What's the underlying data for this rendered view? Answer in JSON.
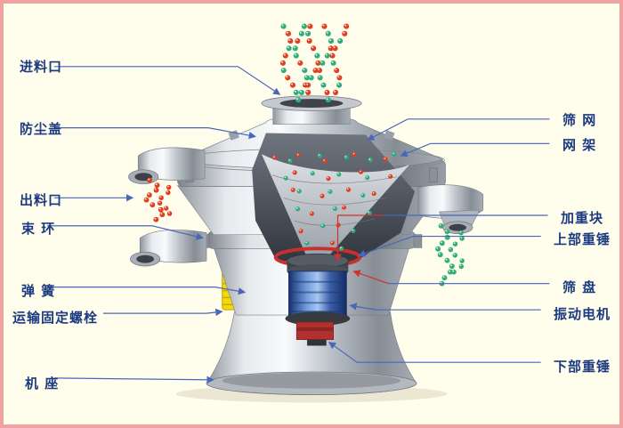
{
  "figure": {
    "description": "vibrating-sieve-machine-cutaway-diagram"
  },
  "colors": {
    "background": "#fffdec",
    "border": "#f0a2a2",
    "label_text": "#1c3a80",
    "leader_blue": "#4a66b8",
    "leader_red": "#d03030",
    "particle_red": "#e04020",
    "particle_green": "#2fae7a",
    "motor_blue": "#3a62b0",
    "spring_yellow": "#f3d90a"
  },
  "labels": {
    "left": [
      {
        "id": "feed-inlet",
        "text": "进料口"
      },
      {
        "id": "dust-cover",
        "text": "防尘盖"
      },
      {
        "id": "discharge-outlet",
        "text": "出料口"
      },
      {
        "id": "clamp-ring",
        "text": "束 环"
      },
      {
        "id": "spring",
        "text": "弹 簧"
      },
      {
        "id": "transport-fixing-bolt",
        "text": "运输固定螺栓"
      },
      {
        "id": "machine-base",
        "text": "机 座"
      }
    ],
    "right": [
      {
        "id": "screen-mesh",
        "text": "筛 网"
      },
      {
        "id": "mesh-frame",
        "text": "网 架"
      },
      {
        "id": "weight-block",
        "text": "加重块"
      },
      {
        "id": "upper-weight",
        "text": "上部重锤"
      },
      {
        "id": "sieve-tray",
        "text": "筛 盘"
      },
      {
        "id": "vibration-motor",
        "text": "振动电机"
      },
      {
        "id": "lower-weight",
        "text": "下部重锤"
      }
    ]
  }
}
